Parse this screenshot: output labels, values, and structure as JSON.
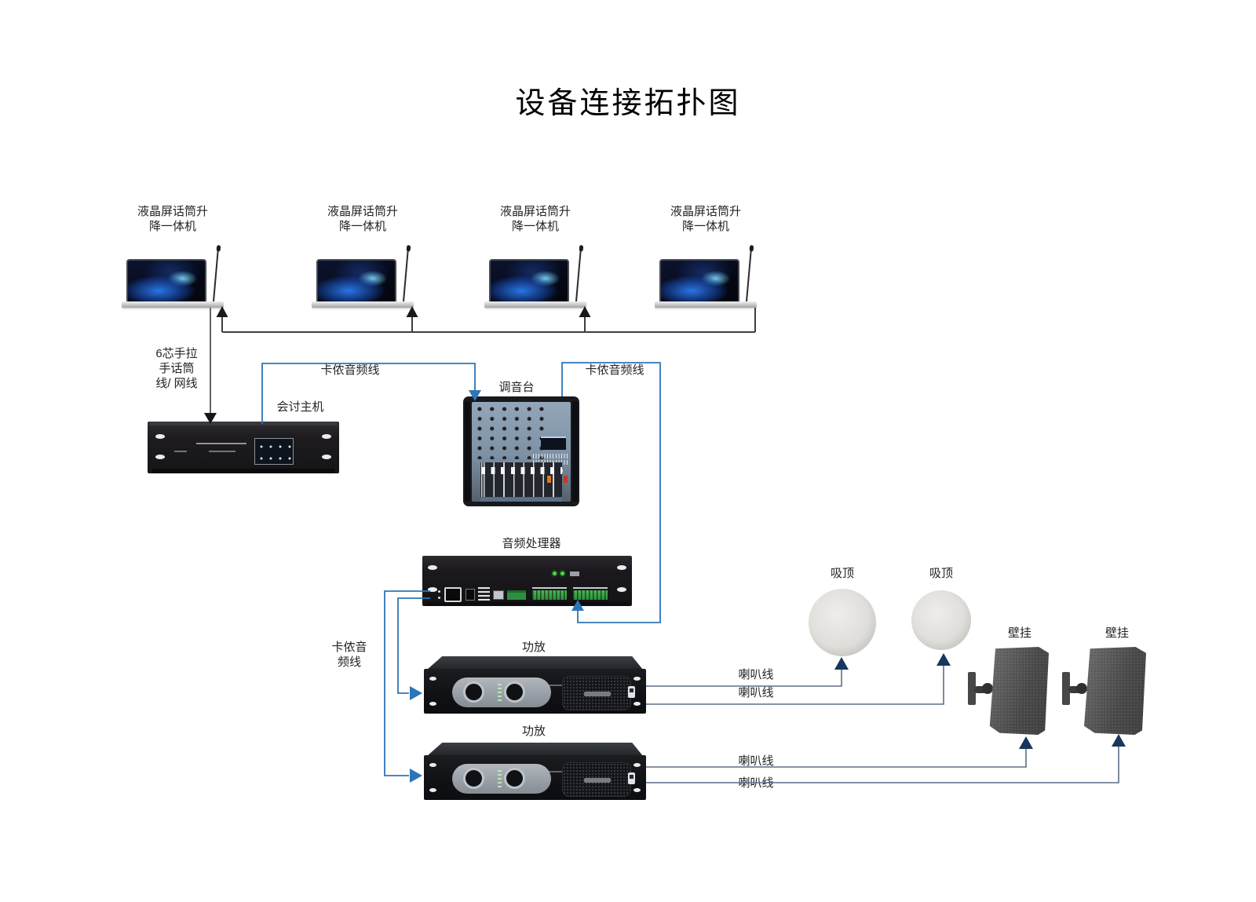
{
  "title": "设备连接拓扑图",
  "nodes": {
    "mic_unit_label": "液晶屏话筒升\n降一体机",
    "host": "会讨主机",
    "mixer": "调音台",
    "processor": "音频处理器",
    "amp_top": "功放",
    "amp_bottom": "功放",
    "ceiling_left": "吸顶",
    "ceiling_right": "吸顶",
    "wall_left": "壁挂",
    "wall_right": "壁挂"
  },
  "cables": {
    "six_core": "6芯手拉\n手话筒\n线/ 网线",
    "xlr_host_mixer": "卡侬音频线",
    "xlr_mixer_processor": "卡侬音频线",
    "xlr_processor_amps": "卡侬音\n频线",
    "speaker_top_1": "喇叭线",
    "speaker_top_2": "喇叭线",
    "speaker_bottom_1": "喇叭线",
    "speaker_bottom_2": "喇叭线"
  },
  "colors": {
    "xlr_cable": "#2e75b6",
    "speaker_cable": "#5d6d88",
    "speaker_arrow": "#17375e",
    "signal_cable": "#3f3f3f"
  }
}
